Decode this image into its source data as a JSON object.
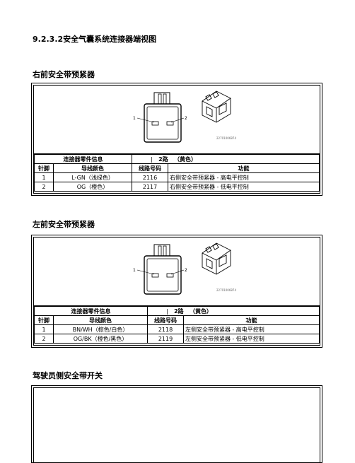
{
  "page_title": "9.2.3.2安全气囊系统连接器端视图",
  "sections": [
    {
      "title": "右前安全带预紧器",
      "diagram_code": "22701006874",
      "info_label": "连接器零件信息",
      "spec": "2路",
      "color_note": "（黄色）",
      "headers": [
        "针脚",
        "导线颜色",
        "线路号码",
        "功能"
      ],
      "rows": [
        {
          "pin": "1",
          "wire": "L-GN（浅绿色）",
          "circuit": "2116",
          "func": "右侧安全带预紧器 - 高电平控制"
        },
        {
          "pin": "2",
          "wire": "OG（橙色）",
          "circuit": "2117",
          "func": "右侧安全带预紧器 - 低电平控制"
        }
      ]
    },
    {
      "title": "左前安全带预紧器",
      "diagram_code": "22701006874",
      "info_label": "连接器零件信息",
      "spec": "2路",
      "color_note": "（黄色）",
      "headers": [
        "针脚",
        "导线颜色",
        "线路号码",
        "功能"
      ],
      "rows": [
        {
          "pin": "1",
          "wire": "BN/WH（棕色/白色）",
          "circuit": "2118",
          "func": "左侧安全带预紧器 - 高电平控制"
        },
        {
          "pin": "2",
          "wire": "OG/BK（橙色/黑色）",
          "circuit": "2119",
          "func": "左侧安全带预紧器 - 低电平控制"
        }
      ]
    },
    {
      "title": "驾驶员侧安全带开关"
    }
  ],
  "pin_labels": [
    "1",
    "2"
  ]
}
